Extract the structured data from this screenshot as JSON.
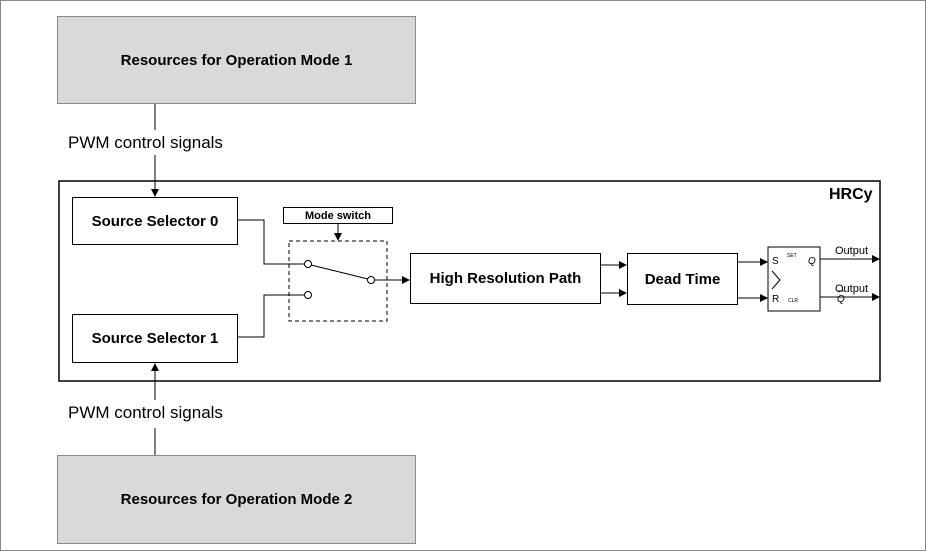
{
  "top_resource": {
    "label": "Resources for Operation Mode 1"
  },
  "bottom_resource": {
    "label": "Resources for Operation Mode 2"
  },
  "signals": {
    "top": "PWM control signals",
    "bottom": "PWM control signals"
  },
  "hrc": {
    "title": "HRCy",
    "selector0": "Source Selector 0",
    "selector1": "Source Selector 1",
    "mode_switch": "Mode switch",
    "high_res_path": "High Resolution Path",
    "dead_time": "Dead Time"
  },
  "flipflop": {
    "s": "S",
    "r": "R",
    "set": "SET",
    "clr": "CLR",
    "q": "Q",
    "qbar": "Q",
    "output1": "Output",
    "output2": "Output"
  }
}
